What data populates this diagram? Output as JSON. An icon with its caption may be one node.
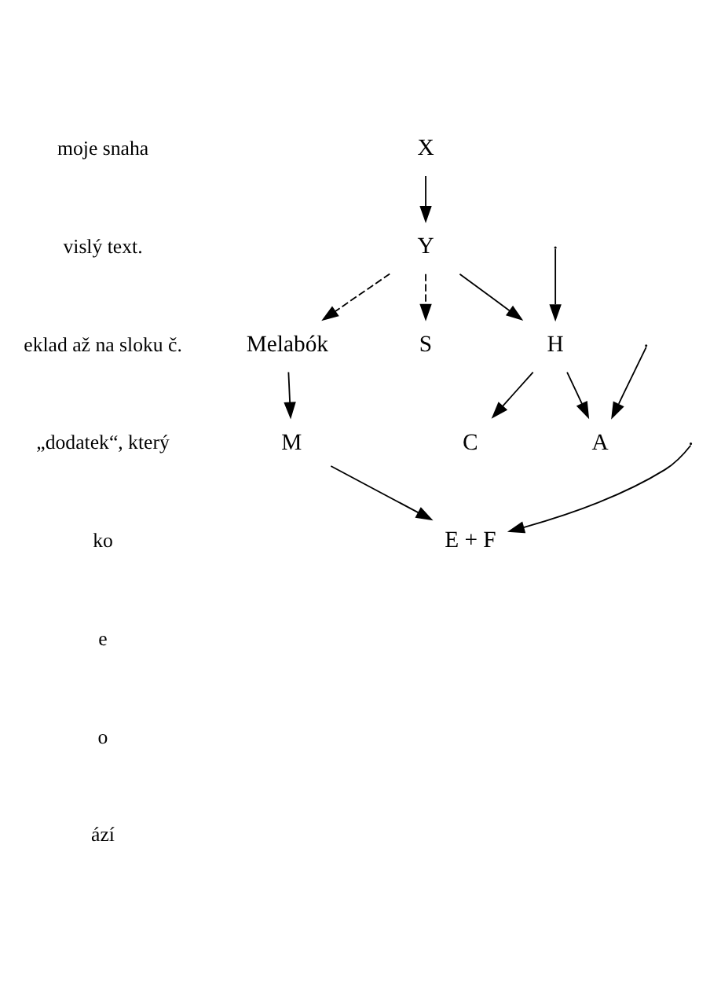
{
  "diagram": {
    "nodes": [
      {
        "text": [
          "X"
        ]
      },
      {
        "text": [
          "Y"
        ]
      },
      {
        "text": [
          "Melabók"
        ]
      },
      {
        "text": [
          "S"
        ]
      },
      {
        "text": [
          "H"
        ]
      },
      {
        "text": [
          "M"
        ]
      },
      {
        "text": [
          "C"
        ]
      },
      {
        "text": [
          "A"
        ]
      },
      {
        "text": [
          "E + F"
        ]
      }
    ],
    "edges": [
      {
        "from": 0,
        "to": 1,
        "arrow": "to"
      },
      {
        "from": 1,
        "to": 2,
        "arrow": "to",
        "style": "dashed"
      },
      {
        "from": 1,
        "to": 3,
        "arrow": "to",
        "style": "dashed"
      },
      {
        "from": 1,
        "to": 4,
        "arrow": "to"
      },
      {
        "from": 2,
        "to": 5,
        "arrow": "to"
      },
      {
        "from": null,
        "to": 4,
        "arrow": "to"
      },
      {
        "from": 4,
        "to": 6,
        "arrow": "to"
      },
      {
        "from": 4,
        "to": 7,
        "arrow": "to"
      },
      {
        "from": null,
        "to": 7,
        "arrow": "to"
      },
      {
        "from": 5,
        "to": 8,
        "arrow": "to"
      },
      {
        "from": null,
        "to": 8,
        "arrow": "to"
      }
    ],
    "labels": [
      "moje snaha",
      "vislý text.",
      "eklad až na sloku č.",
      "„dodatek“, který",
      "ko",
      "e",
      "o",
      "ází"
    ]
  }
}
